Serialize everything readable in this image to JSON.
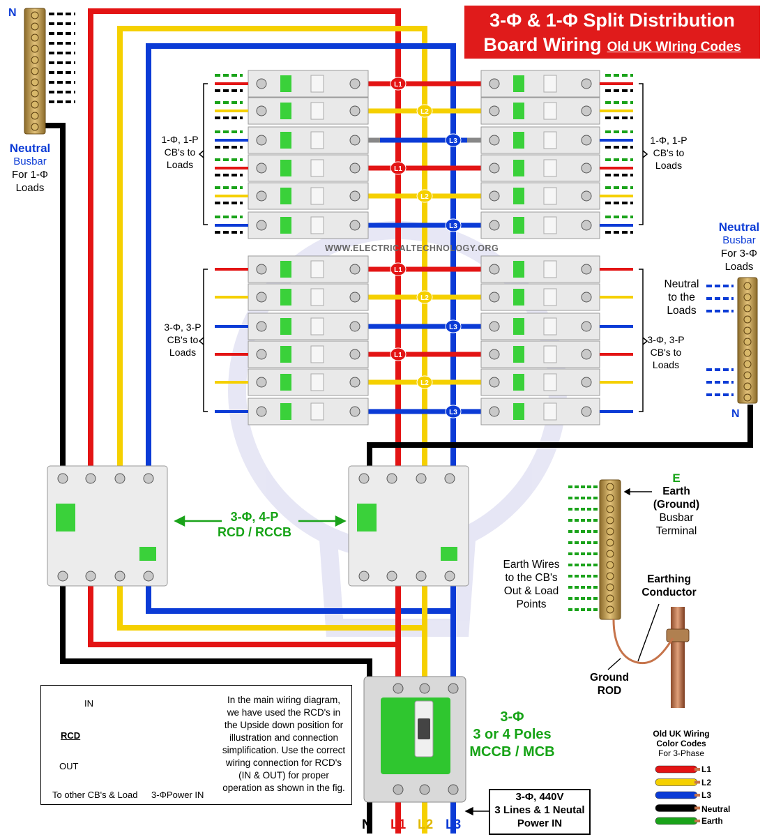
{
  "title": {
    "line1": "3-Φ & 1-Φ Split Distribution",
    "line2": "Board Wiring",
    "subtitle": "Old UK WIring Codes"
  },
  "watermark": "WWW.ELECTRICALTECHNOLOGY.ORG",
  "neutral_busbar_1p": {
    "top_letter": "N",
    "title": "Neutral",
    "subtitle": "Busbar",
    "desc_line1": "For 1-Φ",
    "desc_line2": "Loads"
  },
  "neutral_busbar_3p": {
    "title": "Neutral",
    "subtitle": "Busbar",
    "desc_line1": "For 3-Φ",
    "desc_line2": "Loads",
    "bottom_letter": "N",
    "side_line1": "Neutral",
    "side_line2": "to the",
    "side_line3": "Loads"
  },
  "labels": {
    "cb1p_left": [
      "1-Φ, 1-P",
      "CB's to",
      "Loads"
    ],
    "cb1p_right": [
      "1-Φ, 1-P",
      "CB's to",
      "Loads"
    ],
    "cb3p_left": [
      "3-Φ, 3-P",
      "CB's to",
      "Loads"
    ],
    "cb3p_right": [
      "3-Φ, 3-P",
      "CB's to",
      "Loads"
    ],
    "rcd_line1": "3-Φ, 4-P",
    "rcd_line2": "RCD / RCCB",
    "mccb_line1": "3-Φ",
    "mccb_line2": "3 or 4 Poles",
    "mccb_line3": "MCCB / MCB",
    "earth_letter": "E",
    "earth_line1": "Earth",
    "earth_line2": "(Ground)",
    "earth_line3": "Busbar",
    "earth_line4": "Terminal",
    "earth_wires": [
      "Earth Wires",
      "to the CB's",
      "Out & Load",
      "Points"
    ],
    "earthing_conductor": [
      "Earthing",
      "Conductor"
    ],
    "ground_rod": [
      "Ground",
      "ROD"
    ]
  },
  "phase_tags": [
    "L1",
    "L2",
    "L3",
    "L1",
    "L2",
    "L3",
    "L1",
    "L2",
    "L3",
    "L1",
    "L2",
    "L3"
  ],
  "bottom_labels": {
    "n": "N",
    "l1": "L1",
    "l2": "L2",
    "l3": "L3"
  },
  "power_in": {
    "line1": "3-Φ, 440V",
    "line2": "3 Lines & 1 Neutal",
    "line3": "Power IN"
  },
  "note": {
    "text": "In the main wiring diagram, we have used the RCD's in the Upside down position for illustration and connection simplification. Use the correct wiring connection for RCD's (IN & OUT) for proper operation as shown in the fig.",
    "in_label": "IN",
    "out_label": "OUT",
    "rcd_label": "RCD",
    "to_other": "To other CB's & Load",
    "power_in": "3-ΦPower IN"
  },
  "legend": {
    "title_line1": "Old UK Wiring",
    "title_line2": "Color Codes",
    "title_line3": "For 3-Phase",
    "items": [
      {
        "label": "L1",
        "color": "#e31414"
      },
      {
        "label": "L2",
        "color": "#f5d000"
      },
      {
        "label": "L3",
        "color": "#0b3bd6"
      },
      {
        "label": "Neutral",
        "color": "#000000"
      },
      {
        "label": "Earth",
        "color": "#1aa31a"
      }
    ]
  },
  "colors": {
    "l1": "#e31414",
    "l2": "#f5d000",
    "l3": "#0b3bd6",
    "neutral": "#000000",
    "earth": "#1aa31a",
    "brass": "#c9a15a",
    "title_bg": "#e01b1b",
    "device": "#e9e9e9",
    "device_green": "#3ad13a"
  }
}
